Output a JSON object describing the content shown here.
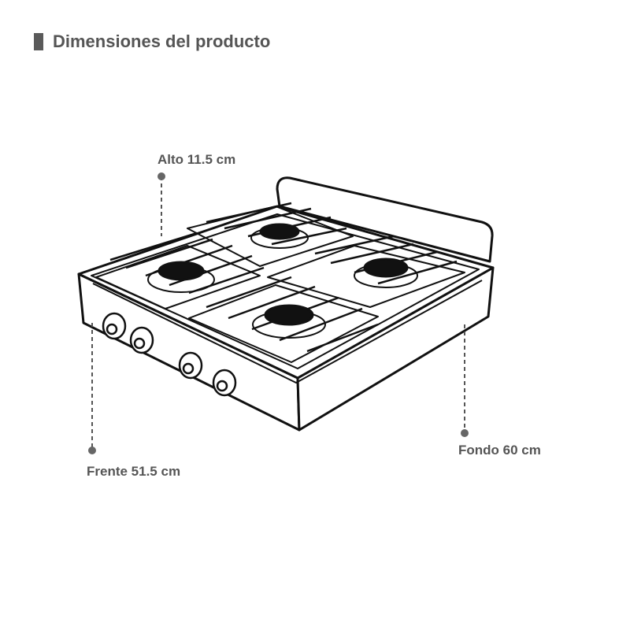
{
  "header": {
    "title": "Dimensiones del producto"
  },
  "dimensions": {
    "alto": "Alto 11.5 cm",
    "frente": "Frente 51.5 cm",
    "fondo": "Fondo 60 cm"
  },
  "colors": {
    "text": "#555555",
    "line": "#111111",
    "marker": "#666666"
  }
}
